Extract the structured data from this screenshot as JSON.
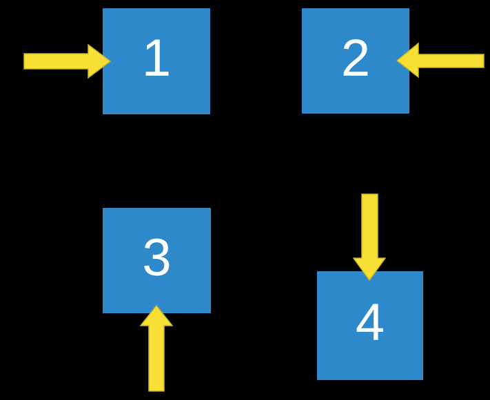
{
  "diagram": {
    "description": "Four numbered blue squares on a black background, each with a yellow arrow pointing into it",
    "background_color": "#000000",
    "square_fill_color": "#2D89CA",
    "arrow_fill_color": "#F8DF35",
    "arrow_outline_color": "#C9B929",
    "label_color": "#FFFFFF",
    "squares": [
      {
        "label": "1",
        "position": "top-left",
        "arrow_direction": "pointing-right-into-left-side"
      },
      {
        "label": "2",
        "position": "top-right",
        "arrow_direction": "pointing-left-into-right-side"
      },
      {
        "label": "3",
        "position": "bottom-left",
        "arrow_direction": "pointing-up-into-bottom-side"
      },
      {
        "label": "4",
        "position": "bottom-right",
        "arrow_direction": "pointing-down-into-top-side"
      }
    ]
  }
}
